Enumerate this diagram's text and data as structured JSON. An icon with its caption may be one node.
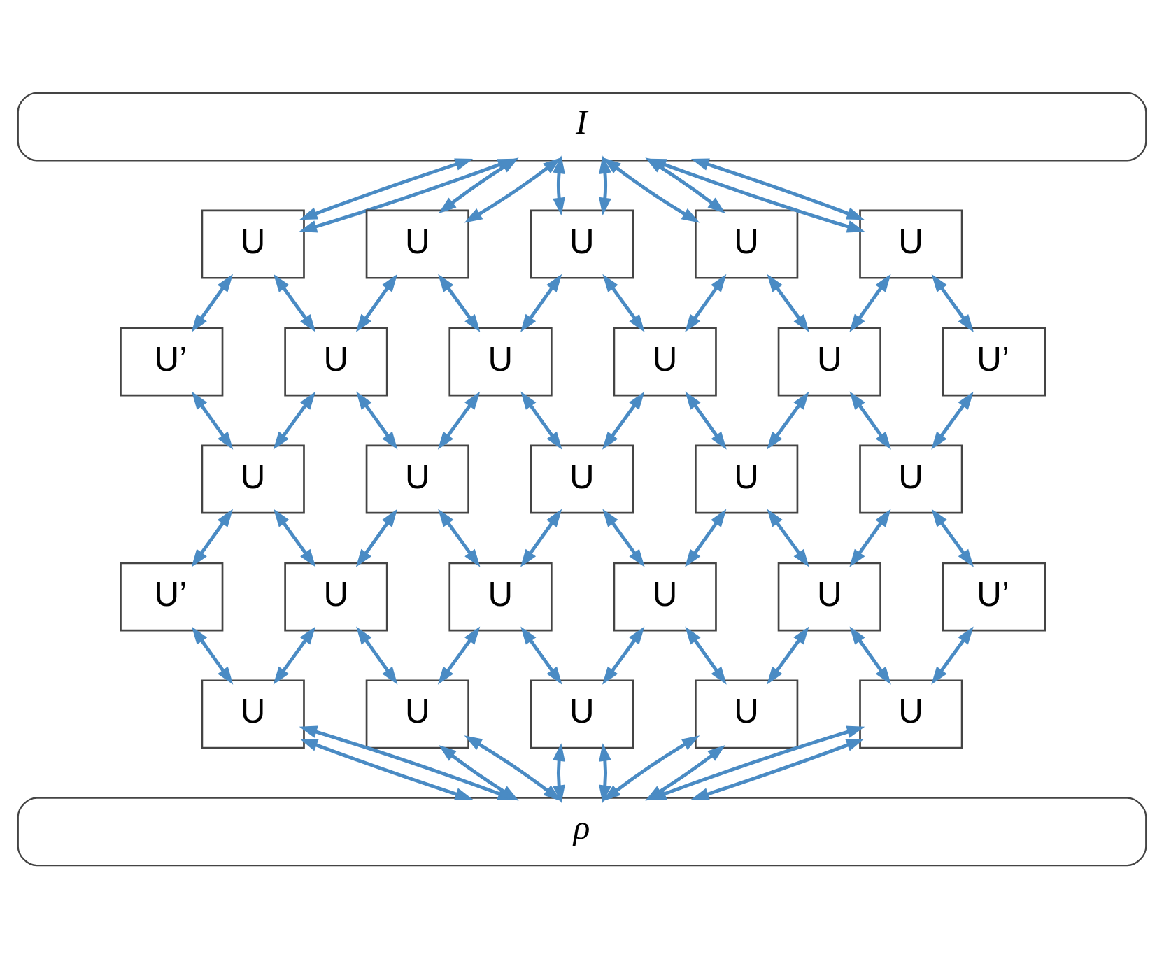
{
  "diagram": {
    "nodes": [
      {
        "text": [
          "I"
        ]
      },
      {
        "text": [
          "U"
        ]
      },
      {
        "text": [
          "U"
        ]
      },
      {
        "text": [
          "U"
        ]
      },
      {
        "text": [
          "U"
        ]
      },
      {
        "text": [
          "U"
        ]
      },
      {
        "text": [
          "U’"
        ]
      },
      {
        "text": [
          "U"
        ]
      },
      {
        "text": [
          "U"
        ]
      },
      {
        "text": [
          "U"
        ]
      },
      {
        "text": [
          "U"
        ]
      },
      {
        "text": [
          "U’"
        ]
      },
      {
        "text": [
          "U"
        ]
      },
      {
        "text": [
          "U"
        ]
      },
      {
        "text": [
          "U"
        ]
      },
      {
        "text": [
          "U"
        ]
      },
      {
        "text": [
          "U"
        ]
      },
      {
        "text": [
          "U’"
        ]
      },
      {
        "text": [
          "U"
        ]
      },
      {
        "text": [
          "U"
        ]
      },
      {
        "text": [
          "U"
        ]
      },
      {
        "text": [
          "U"
        ]
      },
      {
        "text": [
          "U’"
        ]
      },
      {
        "text": [
          "U"
        ]
      },
      {
        "text": [
          "U"
        ]
      },
      {
        "text": [
          "U"
        ]
      },
      {
        "text": [
          "U"
        ]
      },
      {
        "text": [
          "U"
        ]
      },
      {
        "text": [
          "ρ"
        ]
      }
    ],
    "edges": [
      {
        "from": 0,
        "to": 1,
        "arrow": "both"
      },
      {
        "from": 0,
        "to": 1,
        "arrow": "both"
      },
      {
        "from": 0,
        "to": 2,
        "arrow": "both"
      },
      {
        "from": 0,
        "to": 2,
        "arrow": "both"
      },
      {
        "from": 0,
        "to": 3,
        "arrow": "both"
      },
      {
        "from": 0,
        "to": 3,
        "arrow": "both"
      },
      {
        "from": 0,
        "to": 4,
        "arrow": "both"
      },
      {
        "from": 0,
        "to": 4,
        "arrow": "both"
      },
      {
        "from": 0,
        "to": 5,
        "arrow": "both"
      },
      {
        "from": 0,
        "to": 5,
        "arrow": "both"
      },
      {
        "from": 1,
        "to": 6,
        "arrow": "both"
      },
      {
        "from": 1,
        "to": 7,
        "arrow": "both"
      },
      {
        "from": 2,
        "to": 7,
        "arrow": "both"
      },
      {
        "from": 2,
        "to": 8,
        "arrow": "both"
      },
      {
        "from": 3,
        "to": 8,
        "arrow": "both"
      },
      {
        "from": 3,
        "to": 9,
        "arrow": "both"
      },
      {
        "from": 4,
        "to": 9,
        "arrow": "both"
      },
      {
        "from": 4,
        "to": 10,
        "arrow": "both"
      },
      {
        "from": 5,
        "to": 10,
        "arrow": "both"
      },
      {
        "from": 5,
        "to": 11,
        "arrow": "both"
      },
      {
        "from": 6,
        "to": 12,
        "arrow": "both"
      },
      {
        "from": 7,
        "to": 12,
        "arrow": "both"
      },
      {
        "from": 7,
        "to": 13,
        "arrow": "both"
      },
      {
        "from": 8,
        "to": 13,
        "arrow": "both"
      },
      {
        "from": 8,
        "to": 14,
        "arrow": "both"
      },
      {
        "from": 9,
        "to": 14,
        "arrow": "both"
      },
      {
        "from": 9,
        "to": 15,
        "arrow": "both"
      },
      {
        "from": 10,
        "to": 15,
        "arrow": "both"
      },
      {
        "from": 10,
        "to": 16,
        "arrow": "both"
      },
      {
        "from": 11,
        "to": 16,
        "arrow": "both"
      },
      {
        "from": 12,
        "to": 17,
        "arrow": "both"
      },
      {
        "from": 12,
        "to": 18,
        "arrow": "both"
      },
      {
        "from": 13,
        "to": 18,
        "arrow": "both"
      },
      {
        "from": 13,
        "to": 19,
        "arrow": "both"
      },
      {
        "from": 14,
        "to": 19,
        "arrow": "both"
      },
      {
        "from": 14,
        "to": 20,
        "arrow": "both"
      },
      {
        "from": 15,
        "to": 20,
        "arrow": "both"
      },
      {
        "from": 15,
        "to": 21,
        "arrow": "both"
      },
      {
        "from": 16,
        "to": 21,
        "arrow": "both"
      },
      {
        "from": 16,
        "to": 22,
        "arrow": "both"
      },
      {
        "from": 17,
        "to": 23,
        "arrow": "both"
      },
      {
        "from": 18,
        "to": 23,
        "arrow": "both"
      },
      {
        "from": 18,
        "to": 24,
        "arrow": "both"
      },
      {
        "from": 19,
        "to": 24,
        "arrow": "both"
      },
      {
        "from": 19,
        "to": 25,
        "arrow": "both"
      },
      {
        "from": 20,
        "to": 25,
        "arrow": "both"
      },
      {
        "from": 20,
        "to": 26,
        "arrow": "both"
      },
      {
        "from": 21,
        "to": 26,
        "arrow": "both"
      },
      {
        "from": 21,
        "to": 27,
        "arrow": "both"
      },
      {
        "from": 22,
        "to": 27,
        "arrow": "both"
      },
      {
        "from": 23,
        "to": 28,
        "arrow": "both"
      },
      {
        "from": 23,
        "to": 28,
        "arrow": "both"
      },
      {
        "from": 24,
        "to": 28,
        "arrow": "both"
      },
      {
        "from": 24,
        "to": 28,
        "arrow": "both"
      },
      {
        "from": 25,
        "to": 28,
        "arrow": "both"
      },
      {
        "from": 25,
        "to": 28,
        "arrow": "both"
      },
      {
        "from": 26,
        "to": 28,
        "arrow": "both"
      },
      {
        "from": 26,
        "to": 28,
        "arrow": "both"
      },
      {
        "from": 27,
        "to": 28,
        "arrow": "both"
      },
      {
        "from": 27,
        "to": 28,
        "arrow": "both"
      }
    ]
  }
}
